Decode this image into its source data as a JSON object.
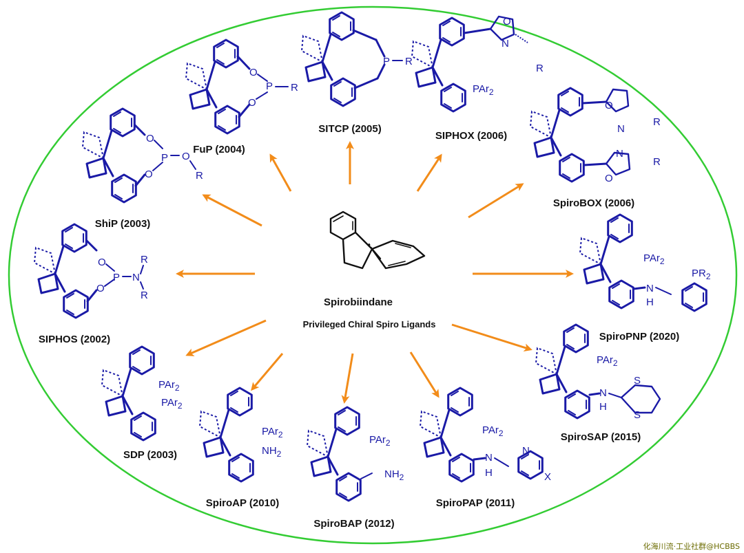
{
  "center": {
    "title": "Spirobiindane",
    "subtitle": "Privileged Chiral Spiro Ligands"
  },
  "colors": {
    "ellipse": "#33cc33",
    "arrow": "#f28c1a",
    "structure": "#1a1aa6",
    "text": "#111111"
  },
  "ligands": {
    "fup": "FuP (2004)",
    "shiP": "ShiP (2003)",
    "siphos": "SIPHOS (2002)",
    "sdp": "SDP (2003)",
    "spiroap": "SpiroAP (2010)",
    "spirobap": "SpiroBAP (2012)",
    "spiropap": "SpiroPAP (2011)",
    "spirosap": "SpiroSAP (2015)",
    "spiropnp": "SpiroPNP (2020)",
    "spirobox": "SpiroBOX (2006)",
    "siphox": "SIPHOX (2006)",
    "sitcp": "SITCP (2005)"
  },
  "atoms": {
    "O": "O",
    "P": "P",
    "R": "R",
    "N": "N",
    "S": "S",
    "X": "X",
    "H": "H",
    "PAr2": "PAr",
    "PR2": "PR",
    "NH2": "NH",
    "two": "2"
  },
  "watermark": "化海川流·工业社群@HCBBS"
}
